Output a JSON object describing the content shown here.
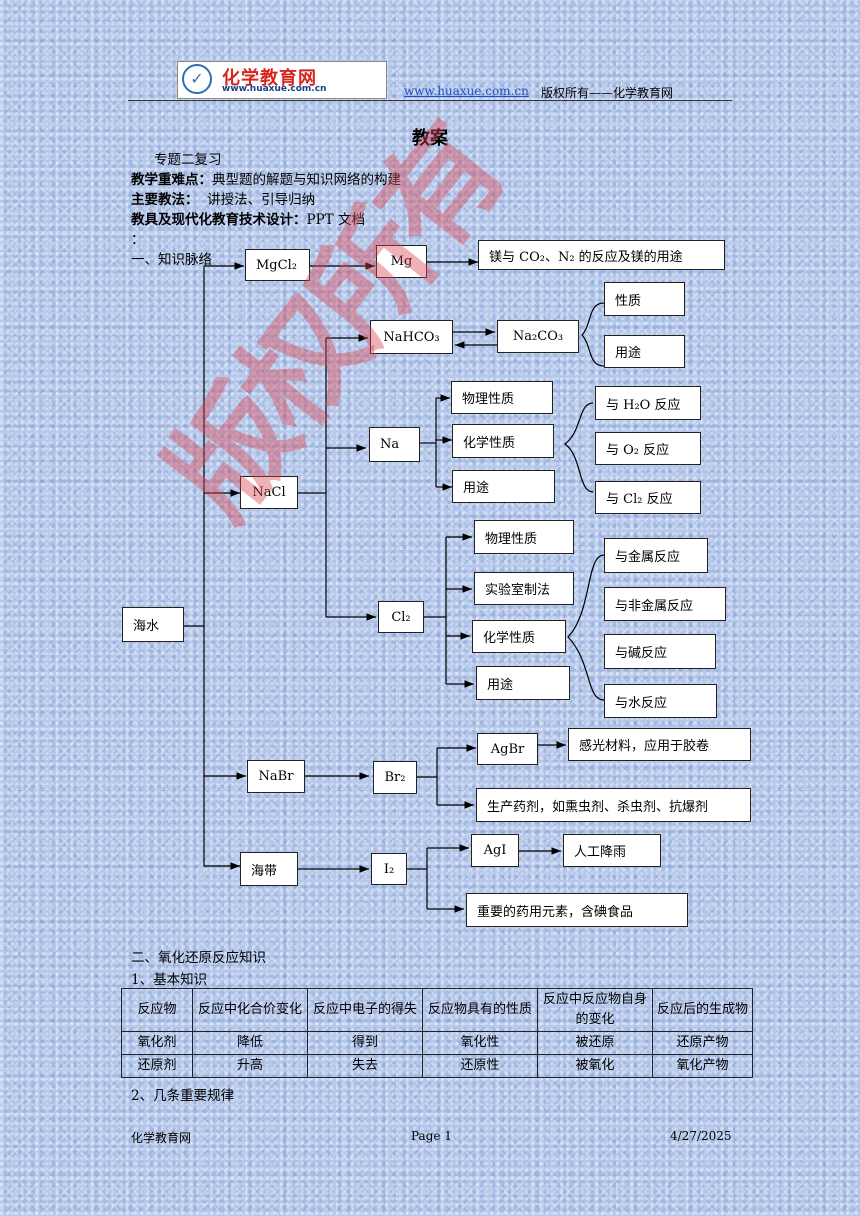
{
  "header": {
    "logo_text": "化学教育网",
    "logo_subtext": "www.huaxue.com.cn",
    "url": "www.huaxue.com.cn",
    "copyright": "版权所有——化学教育网"
  },
  "doc": {
    "title": "教案",
    "topic": "专题二复习",
    "line1_label": "教学重难点：",
    "line1_value": "典型题的解题与知识网络的构建",
    "line2_label": "主要教法：",
    "line2_value": "讲授法、引导归纳",
    "line3_label": "教具及现代化教育技术设计：",
    "line3_value": "PPT 文档",
    "line3_colon": "：",
    "section1": "一、知识脉络",
    "section2": "二、氧化还原反应知识",
    "sub1": "1、基本知识",
    "sub2": "2、几条重要规律"
  },
  "diagram": {
    "root": "海水",
    "mgcl2": "MgCl₂",
    "mg": "Mg",
    "mg_use": "镁与 CO₂、N₂ 的反应及镁的用途",
    "nacl": "NaCl",
    "nahco3": "NaHCO₃",
    "na2co3": "Na₂CO₃",
    "carb_prop": "性质",
    "carb_use": "用途",
    "na": "Na",
    "na_phys": "物理性质",
    "na_chem": "化学性质",
    "na_use": "用途",
    "na_h2o": "与 H₂O 反应",
    "na_o2": "与 O₂ 反应",
    "na_cl2": "与 Cl₂ 反应",
    "cl2": "Cl₂",
    "cl_phys": "物理性质",
    "cl_lab": "实验室制法",
    "cl_chem": "化学性质",
    "cl_use": "用途",
    "cl_metal": "与金属反应",
    "cl_nonmetal": "与非金属反应",
    "cl_base": "与碱反应",
    "cl_water": "与水反应",
    "nabr": "NaBr",
    "br2": "Br₂",
    "agbr": "AgBr",
    "agbr_use": "感光材料，应用于胶卷",
    "br_use": "生产药剂，如熏虫剂、杀虫剂、抗爆剂",
    "kelp": "海带",
    "i2": "I₂",
    "agi": "AgI",
    "agi_use": "人工降雨",
    "i_use": "重要的药用元素，含碘食品"
  },
  "watermark": "版权所有",
  "table": {
    "headers": [
      "反应物",
      "反应中化合价变化",
      "反应中电子的得失",
      "反应物具有的性质",
      "反应中反应物自身的变化",
      "反应后的生成物"
    ],
    "rows": [
      [
        "氧化剂",
        "降低",
        "得到",
        "氧化性",
        "被还原",
        "还原产物"
      ],
      [
        "还原剂",
        "升高",
        "失去",
        "还原性",
        "被氧化",
        "氧化产物"
      ]
    ]
  },
  "footer": {
    "left": "化学教育网",
    "page": "Page  1",
    "date": "4/27/2025"
  }
}
